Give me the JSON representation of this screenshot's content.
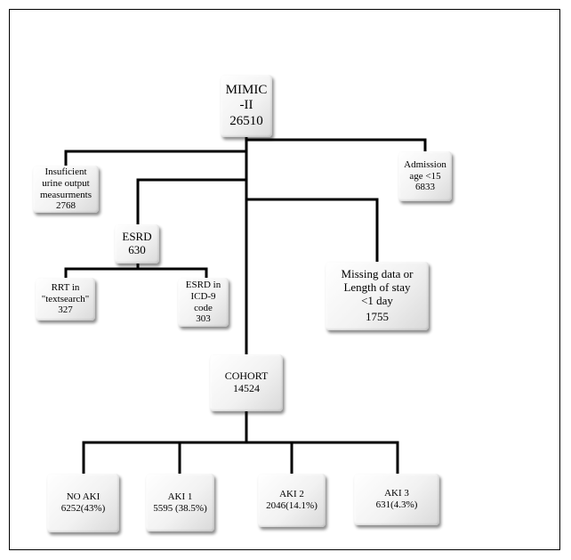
{
  "boxes": {
    "mimic": {
      "line1": "MIMIC",
      "line2": "-II",
      "line3": "26510"
    },
    "insufficient": {
      "line1": "Insuficient",
      "line2": "urine output",
      "line3": "measurments",
      "line4": "2768"
    },
    "admission": {
      "line1": "Admission",
      "line2": "age <15",
      "line3": "6833"
    },
    "esrd": {
      "line1": "ESRD",
      "line2": "630"
    },
    "rrt": {
      "line1": "RRT in",
      "line2": "\"textsearch\"",
      "line3": "327"
    },
    "esrd_icd": {
      "line1": "ESRD in",
      "line2": "ICD-9",
      "line3": "code",
      "line4": "303"
    },
    "missing": {
      "line1": "Missing data or",
      "line2": "Length of stay",
      "line3": "<1 day",
      "line4": "1755"
    },
    "cohort": {
      "line1": "COHORT",
      "line2": "14524"
    },
    "no_aki": {
      "line1": "NO AKI",
      "line2": "6252(43%)"
    },
    "aki1": {
      "line1": "AKI 1",
      "line2": "5595 (38.5%)"
    },
    "aki2": {
      "line1": "AKI 2",
      "line2": "2046(14.1%)"
    },
    "aki3": {
      "line1": "AKI 3",
      "line2": "631(4.3%)"
    }
  }
}
